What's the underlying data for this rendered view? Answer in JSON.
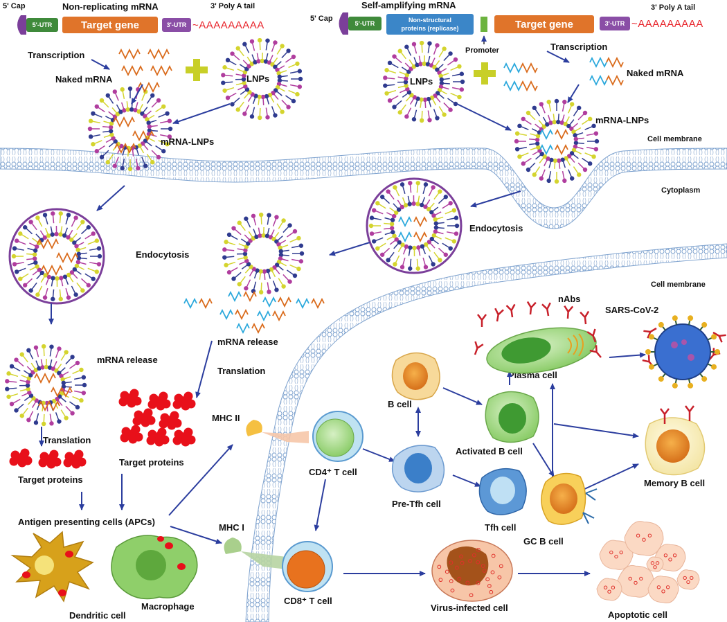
{
  "left_construct": {
    "title": "Non-replicating mRNA",
    "cap": "5' Cap",
    "utr5": "5'-UTR",
    "gene": "Target gene",
    "utr3": "3'-UTR",
    "tail_label": "3' Poly A tail",
    "tail": "~AAAAAAAAA"
  },
  "right_construct": {
    "title": "Self-amplifying mRNA",
    "cap": "5' Cap",
    "utr5": "5'-UTR",
    "nsp_line1": "Non-structural",
    "nsp_line2": "proteins (replicase)",
    "promoter": "Promoter",
    "gene": "Target gene",
    "utr3": "3'-UTR",
    "tail_label": "3' Poly A tail",
    "tail": "~AAAAAAAAA"
  },
  "labels": {
    "transcription_left": "Transcription",
    "transcription_right": "Transcription",
    "naked_left": "Naked mRNA",
    "naked_right": "Naked mRNA",
    "lnps_left": "LNPs",
    "lnps_right": "LNPs",
    "mrna_lnps_left": "mRNA-LNPs",
    "mrna_lnps_right": "mRNA-LNPs",
    "cell_membrane_top": "Cell membrane",
    "cytoplasm": "Cytoplasm",
    "endocytosis_left": "Endocytosis",
    "endocytosis_right": "Endocytosis",
    "mrna_release_left": "mRNA release",
    "mrna_release_right": "mRNA release",
    "translation_left": "Translation",
    "translation_right": "Translation",
    "target_proteins_left": "Target proteins",
    "target_proteins_right": "Target proteins",
    "cell_membrane_inner": "Cell membrane",
    "apcs": "Antigen presenting cells (APCs)",
    "dendritic": "Dendritic cell",
    "macrophage": "Macrophage",
    "mhc2": "MHC II",
    "mhc1": "MHC I",
    "cd4": "CD4⁺ T cell",
    "cd8": "CD8⁺ T cell",
    "b_cell": "B cell",
    "pre_tfh": "Pre-Tfh cell",
    "tfh": "Tfh cell",
    "activated_b": "Activated B cell",
    "gc_b": "GC B cell",
    "plasma": "Plasma cell",
    "nabs": "nAbs",
    "sars": "SARS-CoV-2",
    "memory_b": "Memory B cell",
    "virus_infected": "Virus-infected cell",
    "apoptotic": "Apoptotic cell"
  },
  "colors": {
    "arrow": "#2b3d9e",
    "utr5": "#3f8a3b",
    "gene": "#e0742a",
    "utr3": "#8a4ea6",
    "nsp": "#3b86c8",
    "cap": "#7b3f9a",
    "polyA": "#e8232a",
    "protein": "#e8101a",
    "lipid_head_1": "#2f3b8f",
    "lipid_head_2": "#b03d9e",
    "lipid_head_3": "#d4d42e",
    "membrane": "#7fa3cf"
  }
}
